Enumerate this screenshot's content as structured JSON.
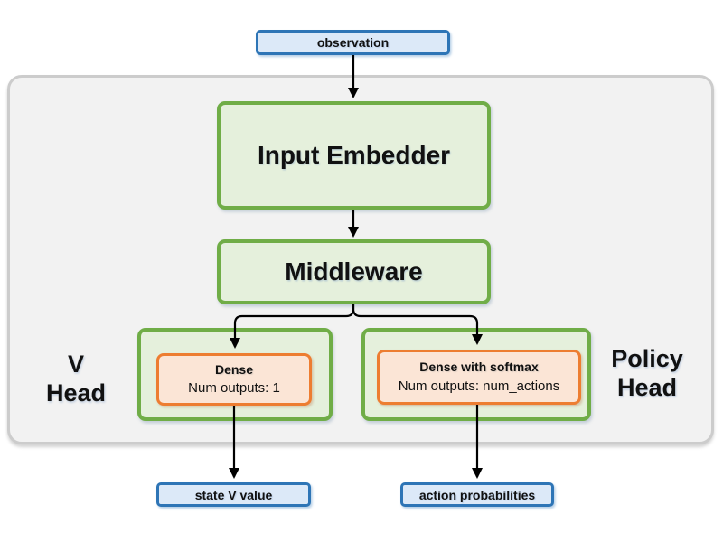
{
  "diagram": {
    "nodes": {
      "observation": {
        "label": "observation"
      },
      "input_embedder": {
        "label": "Input Embedder"
      },
      "middleware": {
        "label": "Middleware"
      },
      "v_head_label": {
        "line1": "V",
        "line2": "Head"
      },
      "policy_head_label": {
        "line1": "Policy",
        "line2": "Head"
      },
      "v_head_dense": {
        "title": "Dense",
        "subtitle": "Num outputs: 1"
      },
      "policy_head_dense": {
        "title": "Dense with softmax",
        "subtitle": "Num outputs: num_actions"
      },
      "state_v_value": {
        "label": "state V value"
      },
      "action_probabilities": {
        "label": "action probabilities"
      }
    },
    "colors": {
      "io_fill": "#dce9f8",
      "io_border": "#2e75b6",
      "block_fill": "#e5f0dc",
      "block_border": "#70ad47",
      "layer_fill": "#fbe5d6",
      "layer_border": "#ed7d31",
      "container_fill": "#f2f2f2",
      "container_border": "#cccccc",
      "arrow": "#000000",
      "text": "#111111"
    }
  }
}
